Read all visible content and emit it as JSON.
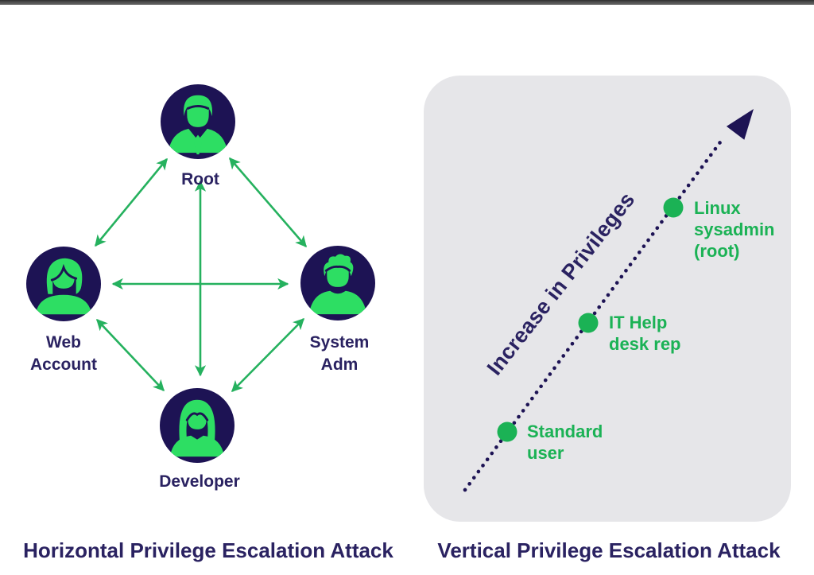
{
  "left_diagram": {
    "caption": "Horizontal Privilege Escalation Attack",
    "nodes": [
      {
        "label": "Root",
        "icon": "businessman-avatar-icon"
      },
      {
        "label": "Web\nAccount",
        "icon": "woman-short-hair-avatar-icon"
      },
      {
        "label": "System\nAdm",
        "icon": "man-curly-hair-avatar-icon"
      },
      {
        "label": "Developer",
        "icon": "woman-long-hair-avatar-icon"
      }
    ],
    "edges": [
      [
        "Root",
        "Web Account"
      ],
      [
        "Root",
        "System Adm"
      ],
      [
        "Root",
        "Developer"
      ],
      [
        "Web Account",
        "System Adm"
      ],
      [
        "Web Account",
        "Developer"
      ],
      [
        "System Adm",
        "Developer"
      ]
    ],
    "edge_style": "bidirectional green arrows"
  },
  "right_diagram": {
    "caption": "Vertical Privilege Escalation Attack",
    "arrow_label": "Increase in Privileges",
    "arrow_style": "dotted navy line ascending to the upper right with solid arrowhead",
    "levels": [
      {
        "label": "Standard\nuser"
      },
      {
        "label": "IT Help\ndesk rep"
      },
      {
        "label": "Linux\nsysadmin\n(root)"
      }
    ]
  },
  "colors": {
    "navy": "#1d1354",
    "text-navy": "#2a2261",
    "green-bright": "#2dde63",
    "green-arrow": "#25b15e",
    "green-label": "#1bb255",
    "panel-gray": "#e6e6e9",
    "top-bar-gray": "#4a4a4a"
  }
}
